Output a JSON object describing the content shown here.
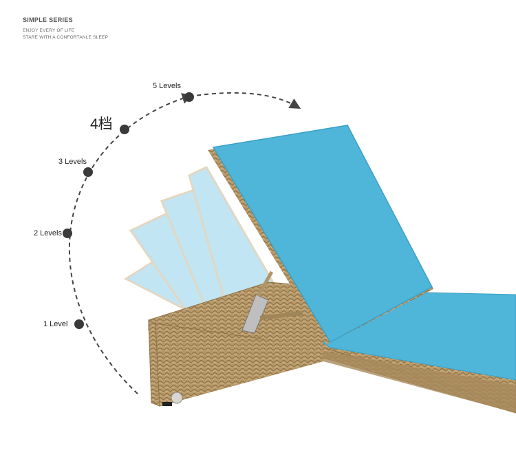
{
  "header": {
    "series": "SIMPLE SERIES",
    "tagline_1": "ENJOY EVERY OF LIFE",
    "tagline_2": "STARE WITH A CONFORTANLE SLEEP"
  },
  "levels": {
    "level_1": "1 Level",
    "level_2": "2 Levels",
    "level_3": "3 Levels",
    "level_4": "4档",
    "level_5": "5 Levels"
  },
  "colors": {
    "cushion": "#4fb6da",
    "cushion_ghost": "#8fd0ea",
    "rattan": "#b89a6a",
    "rattan_dark": "#8d7247",
    "marker": "#3a3a3a",
    "arc": "#444444"
  }
}
